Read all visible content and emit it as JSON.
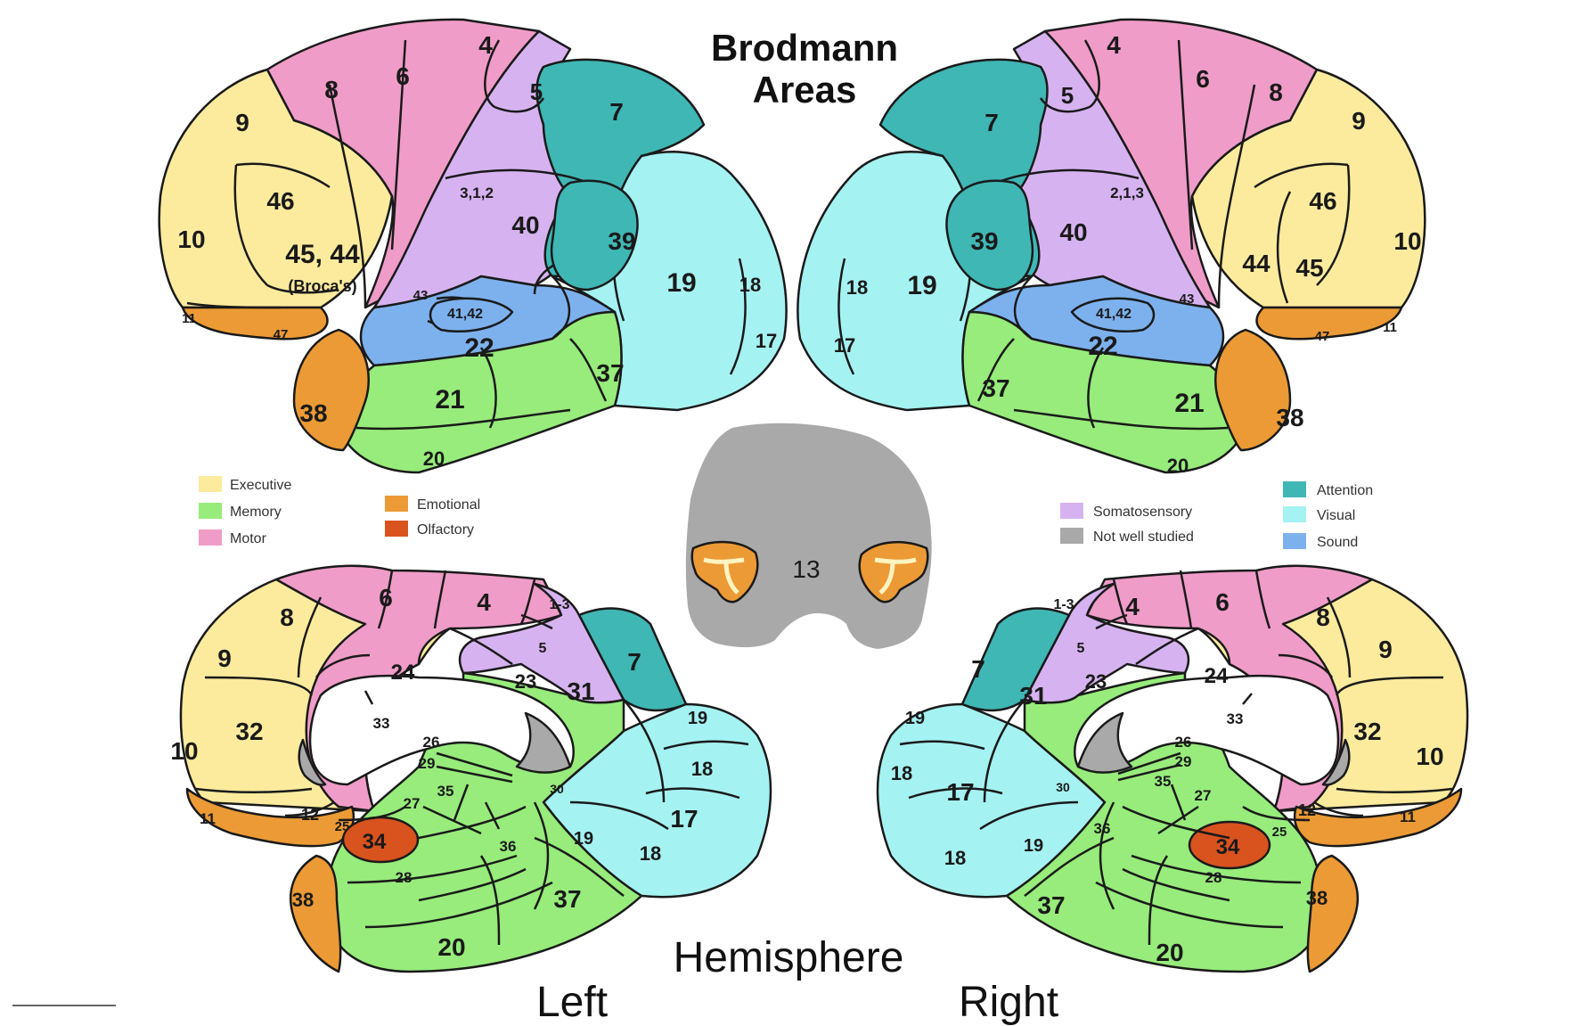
{
  "title": {
    "line1": "Brodmann",
    "line2": "Areas"
  },
  "caption": {
    "hemisphere": "Hemisphere",
    "left": "Left",
    "right": "Right"
  },
  "colors": {
    "executive": "#fdeb9d",
    "memory": "#97ec7b",
    "motor": "#f09cc8",
    "emotional": "#ec9a35",
    "olfactory": "#d9531f",
    "somatosensory": "#d6b3f0",
    "not_well_studied": "#a9a9a9",
    "attention": "#3fb7b5",
    "visual": "#a5f2f2",
    "sound": "#7db1ee"
  },
  "legend": {
    "executive": "Executive",
    "memory": "Memory",
    "motor": "Motor",
    "emotional": "Emotional",
    "olfactory": "Olfactory",
    "somatosensory": "Somatosensory",
    "not_well_studied": "Not well studied",
    "attention": "Attention",
    "visual": "Visual",
    "sound": "Sound"
  },
  "lateral_left": {
    "a4": "4",
    "a6": "6",
    "a8": "8",
    "a9": "9",
    "a10": "10",
    "a46": "46",
    "a45_44": "45, 44",
    "brocas": "(Broca's)",
    "a11": "11",
    "a47": "47",
    "a5": "5",
    "a7": "7",
    "a312": "3,1,2",
    "a40": "40",
    "a39": "39",
    "a43": "43",
    "a4142": "41,42",
    "a22": "22",
    "a19": "19",
    "a18": "18",
    "a17": "17",
    "a38": "38",
    "a21": "21",
    "a37": "37",
    "a20": "20"
  },
  "lateral_right": {
    "a4": "4",
    "a6": "6",
    "a8": "8",
    "a9": "9",
    "a5": "5",
    "a7": "7",
    "a213": "2,1,3",
    "a46": "46",
    "a10": "10",
    "a39": "39",
    "a40": "40",
    "a44": "44",
    "a45": "45",
    "a18": "18",
    "a19": "19",
    "a17": "17",
    "a4142": "41,42",
    "a43": "43",
    "a47": "47",
    "a11": "11",
    "a22": "22",
    "a37": "37",
    "a21": "21",
    "a38": "38",
    "a20": "20"
  },
  "insula": {
    "a13": "13"
  },
  "medial_left": {
    "a6": "6",
    "a4": "4",
    "a1_3": "1-3",
    "a8": "8",
    "a5": "5",
    "a7": "7",
    "a9": "9",
    "a24": "24",
    "a31": "31",
    "a23": "23",
    "a32": "32",
    "a33": "33",
    "a10": "10",
    "a26": "26",
    "a29": "29",
    "a19": "19",
    "a18": "18",
    "a27": "27",
    "a35": "35",
    "a30": "30",
    "a17": "17",
    "a11": "11",
    "a12": "12",
    "a25": "25",
    "a34": "34",
    "a36": "36",
    "a19b": "19",
    "a18b": "18",
    "a28": "28",
    "a37": "37",
    "a38": "38",
    "a20": "20"
  },
  "medial_right": {
    "a1_3": "1-3",
    "a4": "4",
    "a6": "6",
    "a8": "8",
    "a5": "5",
    "a7": "7",
    "a9": "9",
    "a24": "24",
    "a31": "31",
    "a23": "23",
    "a19": "19",
    "a33": "33",
    "a32": "32",
    "a10": "10",
    "a18": "18",
    "a17": "17",
    "a26": "26",
    "a29": "29",
    "a30": "30",
    "a35": "35",
    "a27": "27",
    "a12": "12",
    "a11": "11",
    "a36": "36",
    "a25": "25",
    "a34": "34",
    "a18b": "18",
    "a19b": "19",
    "a28": "28",
    "a37": "37",
    "a38": "38",
    "a20": "20"
  }
}
